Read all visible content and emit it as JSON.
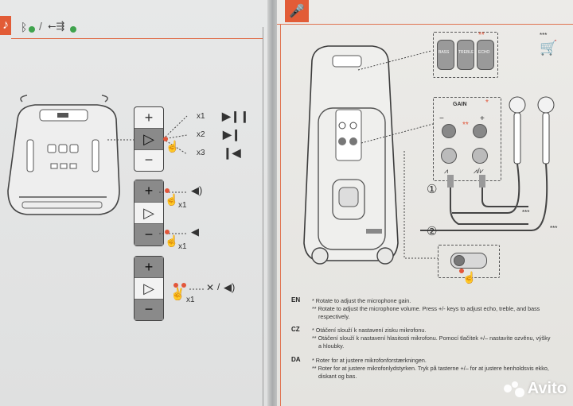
{
  "left_page": {
    "icons": [
      "music-note-icon",
      "bluetooth-icon",
      "usb-icon"
    ],
    "volume_multiplier": "x1",
    "mute_symbol_separator": "/",
    "play_steps": [
      {
        "label": "x1",
        "icon": "play-pause-icon"
      },
      {
        "label": "x2",
        "icon": "next-track-icon"
      },
      {
        "label": "x3",
        "icon": "previous-track-icon"
      }
    ]
  },
  "right_page": {
    "mic_panel": {
      "buttons": [
        "BASS",
        "TREBLE",
        "ECHO"
      ],
      "gain_label": "GAIN",
      "minus": "−",
      "plus": "+",
      "jack_labels": [
        "①",
        "②"
      ],
      "callouts": [
        "**",
        "***",
        "***"
      ],
      "asterisk_marks": [
        "*",
        "**",
        "***"
      ]
    },
    "notes": [
      {
        "lang": "EN",
        "lines": [
          "* Rotate to adjust the microphone gain.",
          "** Rotate to adjust the microphone volume. Press +/- keys to adjust echo, treble, and bass",
          "respectively."
        ]
      },
      {
        "lang": "CZ",
        "lines": [
          "* Otáčení slouží k nastavení zisku mikrofonu.",
          "** Otáčení slouží k nastavení hlasitosti mikrofonu. Pomocí tlačítek +/– nastavíte ozvěnu, výšky",
          "a hloubky."
        ]
      },
      {
        "lang": "DA",
        "lines": [
          "* Roter for at justere mikrofonforstærkningen.",
          "** Roter for at justere mikrofonlydstyrken. Tryk på tasterne +/– for at justere henholdsvis ekko,",
          "diskant og bas."
        ]
      }
    ]
  },
  "watermark": {
    "text": "Avito"
  },
  "colors": {
    "accent": "#e25c37",
    "green": "#3fa34d",
    "line": "#444444"
  }
}
